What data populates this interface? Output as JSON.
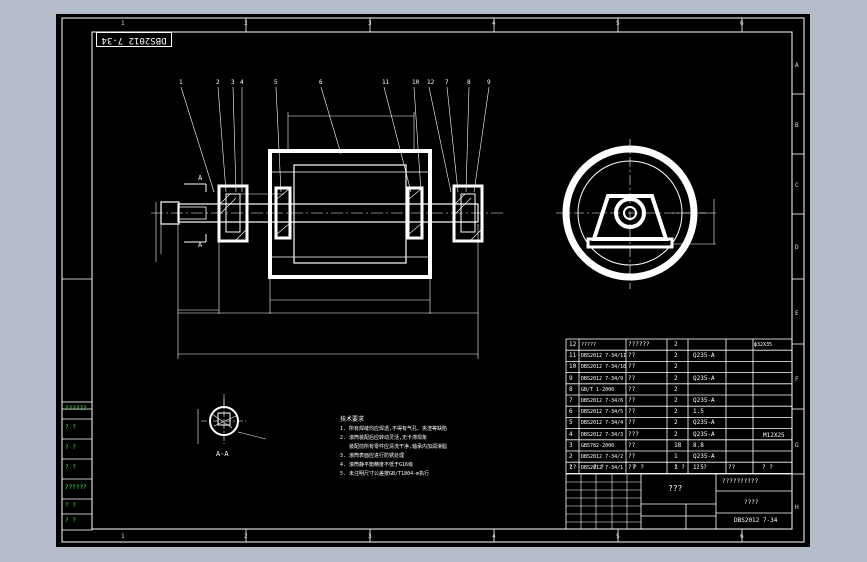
{
  "drawing": {
    "drawing_number": "DBS2012 7-34",
    "title_block_number": "DBS2012 7-34",
    "title_block_name": "???",
    "title_block_company": "??????????",
    "title_block_mid": "????",
    "zones_top": [
      "1",
      "2",
      "3",
      "4",
      "5",
      "6"
    ],
    "zones_bottom": [
      "1",
      "2",
      "3",
      "4",
      "5",
      "6"
    ],
    "zones_right": [
      "A",
      "B",
      "C",
      "D",
      "E",
      "F",
      "G",
      "H"
    ],
    "leaders": [
      "1",
      "2",
      "3",
      "4",
      "5",
      "6",
      "11",
      "10",
      "12",
      "7",
      "8",
      "9"
    ],
    "section_label": "A-A",
    "section_marker": "A",
    "tech_requirements_title": "技术要求",
    "tech_requirements": [
      "1. 所有焊缝均应焊透,不得有气孔、夹渣等缺陷",
      "2. 滚筒装配后应转动灵活,无卡滞现象",
      "   装配前所有零件应清洗干净,轴承内加润滑脂",
      "3. 滚筒表面应进行防锈处理",
      "4. 滚筒静平衡精度不低于G16级",
      "5. 未注明尺寸公差按GB/T1804-m执行"
    ],
    "left_stamp": [
      "??????",
      "? ?",
      "? ?",
      "? ?",
      "??????",
      "? ?",
      "? ?"
    ],
    "bom_header_right": "ф32X35",
    "bom_row_extra": "M12X25"
  },
  "bom": [
    {
      "no": "12",
      "code": "?????",
      "name": "??????",
      "qty": "2",
      "material": ""
    },
    {
      "no": "11",
      "code": "DBS2012 7-34/11",
      "name": "??",
      "qty": "2",
      "material": "Q235-A"
    },
    {
      "no": "10",
      "code": "DBS2012 7-34/10",
      "name": "??",
      "qty": "2",
      "material": ""
    },
    {
      "no": "9",
      "code": "DBS2012 7-34/9",
      "name": "??",
      "qty": "2",
      "material": "Q235-A"
    },
    {
      "no": "8",
      "code": "GB/T 1-2000",
      "name": "??",
      "qty": "2",
      "material": ""
    },
    {
      "no": "7",
      "code": "DBS2012 7-34/6",
      "name": "??",
      "qty": "2",
      "material": "Q235-A"
    },
    {
      "no": "6",
      "code": "DBS2012 7-34/5",
      "name": "??",
      "qty": "2",
      "material": "1.5"
    },
    {
      "no": "5",
      "code": "DBS2012 7-34/4",
      "name": "??",
      "qty": "2",
      "material": "Q235-A"
    },
    {
      "no": "4",
      "code": "DBS2012 7-34/3",
      "name": "???",
      "qty": "2",
      "material": "Q235-A"
    },
    {
      "no": "3",
      "code": "GB5782-2000",
      "name": "??",
      "qty": "18",
      "material": "8.8"
    },
    {
      "no": "2",
      "code": "DBS2012 7-34/2",
      "name": "??",
      "qty": "1",
      "material": "Q235-A"
    },
    {
      "no": "1",
      "code": "DBS2012 7-34/1",
      "name": "??",
      "qty": "1",
      "material": "1.5"
    }
  ],
  "bom_footer": [
    "??",
    "? ?",
    "? ?",
    "? ?",
    "? ?",
    "??",
    "? ?"
  ]
}
